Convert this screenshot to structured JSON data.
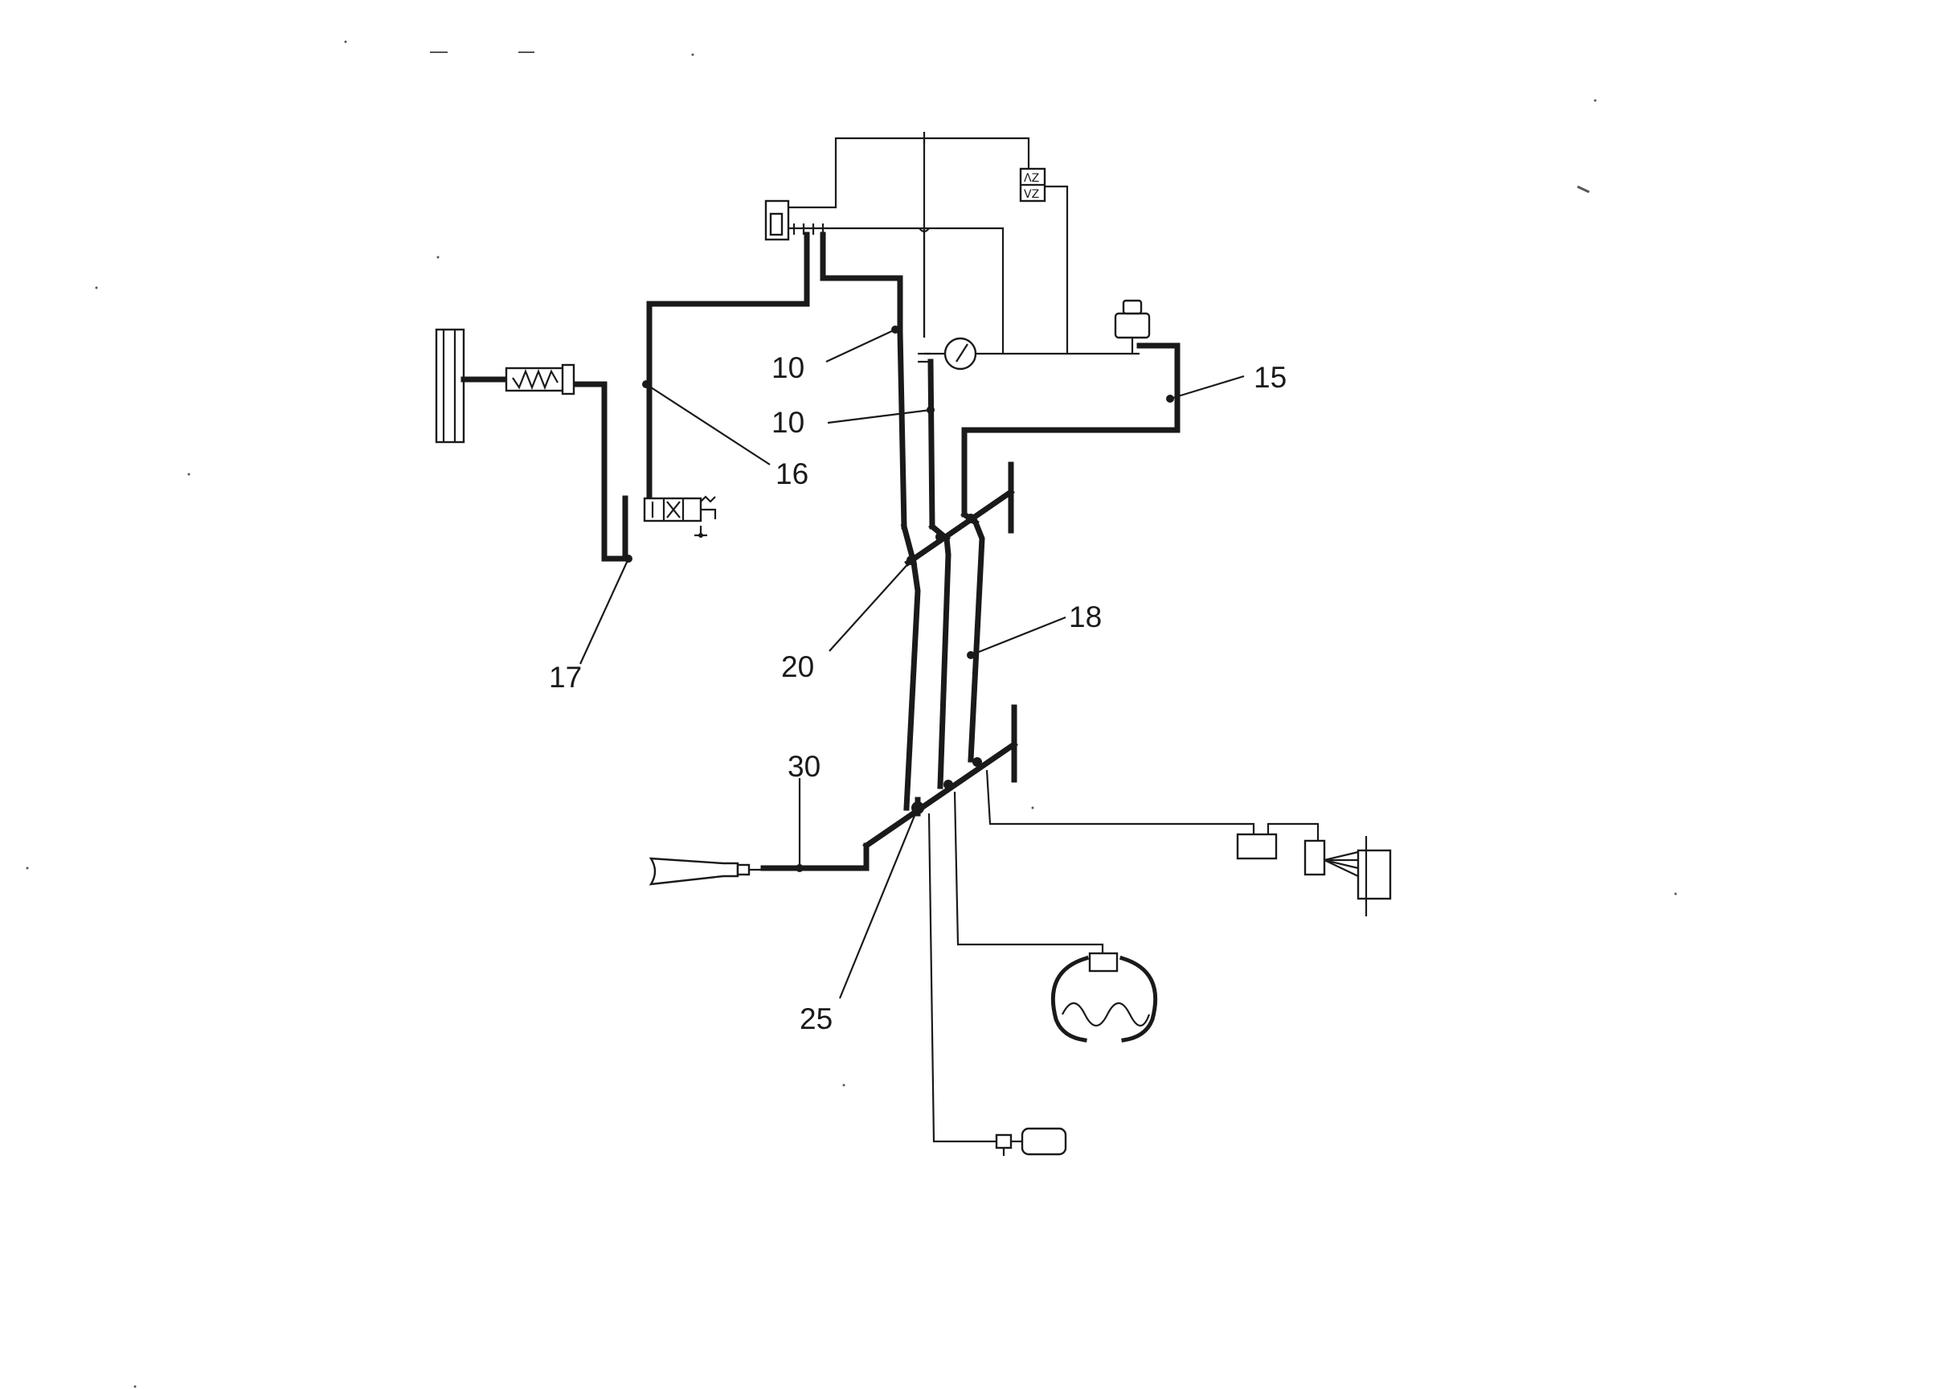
{
  "labels": {
    "l10a": "10",
    "l10b": "10",
    "l15": "15",
    "l16": "16",
    "l17": "17",
    "l18": "18",
    "l20": "20",
    "l25": "25",
    "l30": "30"
  },
  "colors": {
    "ink": "#1a1a1a",
    "background": "#ffffff"
  }
}
